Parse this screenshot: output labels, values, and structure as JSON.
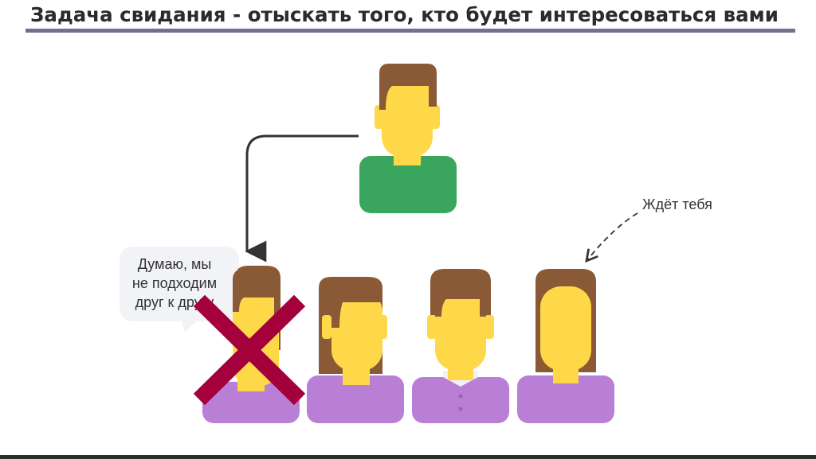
{
  "slide": {
    "title": "Задача свидания - отыскать того, кто будет интересоваться вами"
  },
  "bubble": {
    "lines": [
      "Думаю, мы",
      "не подходим",
      "друг к другу"
    ]
  },
  "annotation": {
    "waits_label": "Ждёт тебя"
  },
  "colors": {
    "skin": "#ffd84a",
    "hair": "#8a5a36",
    "man_shirt": "#3aa65d",
    "woman_shirt": "#b97fd6",
    "cross": "#a3003c",
    "title_rule": "#6f7190",
    "bubble_bg": "#f1f3f6",
    "arrow": "#333333"
  }
}
